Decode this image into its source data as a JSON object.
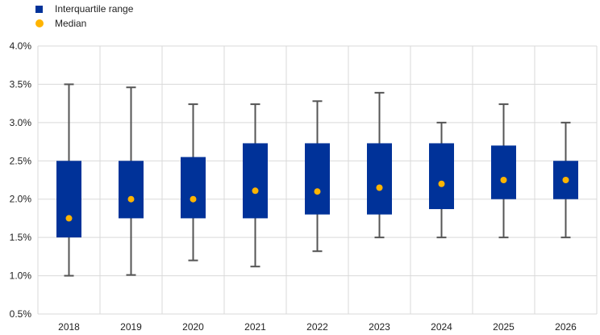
{
  "chart_data": {
    "type": "boxplot",
    "title": "",
    "xlabel": "",
    "ylabel": "",
    "ylim": [
      0.5,
      4.0
    ],
    "yticks": [
      "0.5%",
      "1.0%",
      "1.5%",
      "2.0%",
      "2.5%",
      "3.0%",
      "3.5%",
      "4.0%"
    ],
    "ytick_values": [
      0.5,
      1.0,
      1.5,
      2.0,
      2.5,
      3.0,
      3.5,
      4.0
    ],
    "grid": true,
    "legend_position": "top-left",
    "legend": [
      "Interquartile range",
      "Median"
    ],
    "categories": [
      "2018",
      "2019",
      "2020",
      "2021",
      "2022",
      "2023",
      "2024",
      "2025",
      "2026"
    ],
    "whisker_low": [
      1.0,
      1.01,
      1.2,
      1.12,
      1.32,
      1.5,
      1.5,
      1.5,
      1.5
    ],
    "q1": [
      1.5,
      1.75,
      1.75,
      1.75,
      1.8,
      1.8,
      1.87,
      2.0,
      2.0
    ],
    "median": [
      1.75,
      2.0,
      2.0,
      2.11,
      2.1,
      2.15,
      2.2,
      2.25,
      2.25
    ],
    "q3": [
      2.5,
      2.5,
      2.55,
      2.73,
      2.73,
      2.73,
      2.73,
      2.7,
      2.5
    ],
    "whisker_high": [
      3.5,
      3.46,
      3.24,
      3.24,
      3.28,
      3.39,
      3.0,
      3.24,
      3.0
    ],
    "colors": {
      "box": "#003299",
      "median": "#ffb400",
      "whisker": "#555555",
      "grid": "#d9d9d9"
    }
  }
}
